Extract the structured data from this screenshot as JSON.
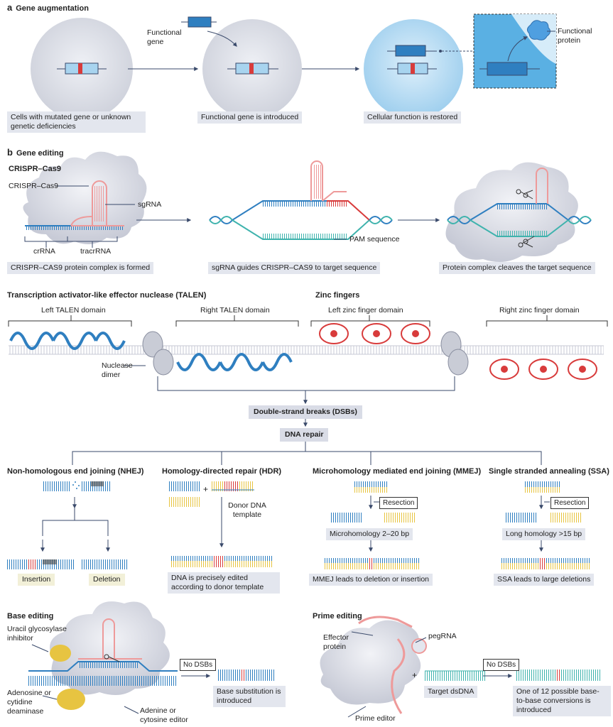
{
  "colors": {
    "blue": "#2f7fc0",
    "lightblue": "#a8d4ef",
    "red": "#d83b3b",
    "pink": "#ee9a9a",
    "teal": "#3fb3ad",
    "yellow": "#e7c441",
    "grey": "#c9ccd6",
    "dark": "#3a4a6b"
  },
  "a": {
    "letter": "a",
    "title": "Gene augmentation",
    "functional_gene": "Functional gene",
    "functional_protein": "Functional protein",
    "cap1": "Cells with mutated gene or unknown genetic deficiencies",
    "cap2": "Functional gene is introduced",
    "cap3": "Cellular function is restored"
  },
  "b": {
    "letter": "b",
    "title": "Gene editing",
    "crispr": {
      "title": "CRISPR–Cas9",
      "cas9": "CRISPR–Cas9",
      "sgrna": "sgRNA",
      "crrna": "crRNA",
      "tracrrna": "tracrRNA",
      "pam": "PAM sequence",
      "cap1": "CRISPR–CAS9 protein complex is formed",
      "cap2": "sgRNA guides CRISPR–CAS9 to target sequence",
      "cap3": "Protein complex cleaves the target sequence"
    },
    "talen": {
      "title": "Transcription activator-like effector nuclease (TALEN)",
      "left": "Left TALEN domain",
      "right": "Right TALEN domain",
      "nuclease": "Nuclease dimer"
    },
    "zf": {
      "title": "Zinc fingers",
      "left": "Left zinc finger domain",
      "right": "Right zinc finger domain"
    },
    "dsb": "Double-strand breaks (DSBs)",
    "repair": "DNA repair",
    "nhej": {
      "title": "Non-homologous end joining (NHEJ)",
      "insertion": "Insertion",
      "deletion": "Deletion"
    },
    "hdr": {
      "title": "Homology-directed repair (HDR)",
      "plus": "+",
      "donor": "Donor DNA template",
      "cap": "DNA is precisely edited according to donor template"
    },
    "mmej": {
      "title": "Microhomology mediated end joining (MMEJ)",
      "resection": "Resection",
      "micro": "Microhomology 2–20 bp",
      "cap": "MMEJ leads to deletion or insertion"
    },
    "ssa": {
      "title": "Single stranded annealing (SSA)",
      "resection": "Resection",
      "long": "Long homology >15 bp",
      "cap": "SSA leads to large deletions"
    },
    "base": {
      "title": "Base editing",
      "ugi": "Uracil glycosylase inhibitor",
      "deaminase": "Adenosine or cytidine deaminase",
      "editor": "Adenine or cytosine editor",
      "nodsb": "No DSBs",
      "cap": "Base substitution is introduced"
    },
    "prime": {
      "title": "Prime editing",
      "effector": "Effector protein",
      "pegrna": "pegRNA",
      "plus": "+",
      "target": "Target dsDNA",
      "nodsb": "No DSBs",
      "editor": "Prime editor",
      "cap": "One of 12 possible base-to-base conversions is introduced"
    }
  }
}
